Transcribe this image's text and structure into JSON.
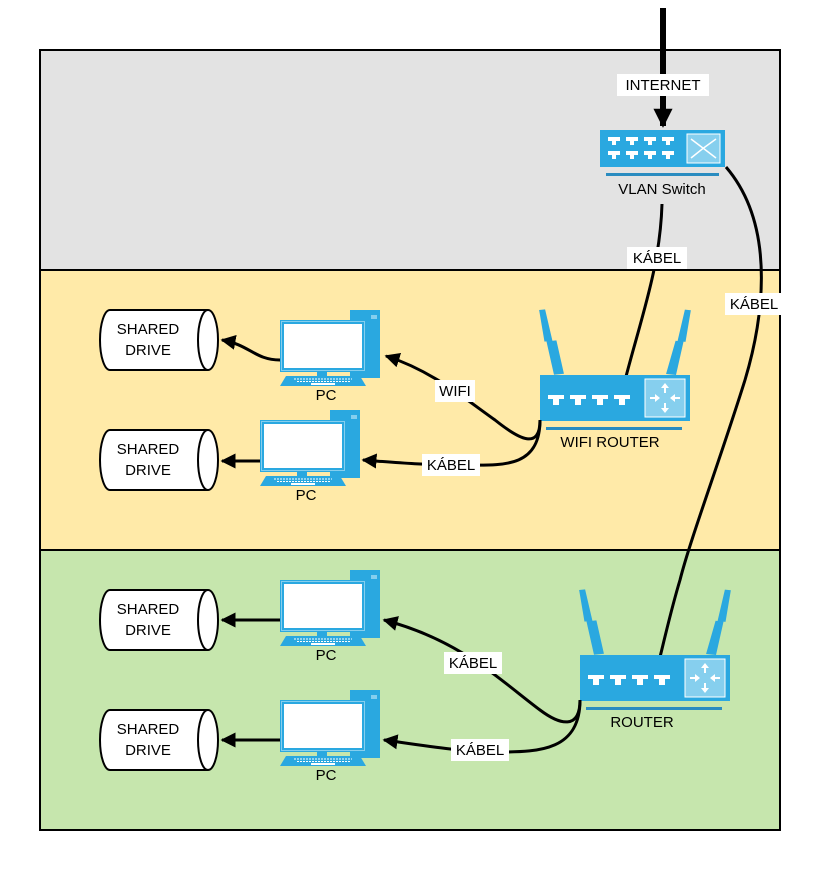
{
  "colors": {
    "zone_wan": "#e3e3e3",
    "zone_wifi": "#ffeaa8",
    "zone_lan": "#c6e6ad",
    "device_blue": "#2aa8e0",
    "device_light": "#86cfee",
    "device_underline": "#2a8cc0"
  },
  "zones": [
    {
      "id": "wan",
      "label": ""
    },
    {
      "id": "wifi",
      "label": ""
    },
    {
      "id": "lan",
      "label": ""
    }
  ],
  "devices": {
    "vlan_switch": {
      "label": "VLAN Switch",
      "icon": "switch-icon"
    },
    "wifi_router": {
      "label": "WIFI ROUTER",
      "icon": "router-icon"
    },
    "router": {
      "label": "ROUTER",
      "icon": "router-icon"
    },
    "pcs": [
      {
        "label": "PC",
        "icon": "desktop-pc-icon"
      },
      {
        "label": "PC",
        "icon": "desktop-pc-icon"
      },
      {
        "label": "PC",
        "icon": "desktop-pc-icon"
      },
      {
        "label": "PC",
        "icon": "desktop-pc-icon"
      }
    ],
    "drives": [
      {
        "line1": "SHARED",
        "line2": "DRIVE",
        "icon": "cylinder-drive-icon"
      },
      {
        "line1": "SHARED",
        "line2": "DRIVE",
        "icon": "cylinder-drive-icon"
      },
      {
        "line1": "SHARED",
        "line2": "DRIVE",
        "icon": "cylinder-drive-icon"
      },
      {
        "line1": "SHARED",
        "line2": "DRIVE",
        "icon": "cylinder-drive-icon"
      }
    ]
  },
  "connections": {
    "internet": "INTERNET",
    "switch_to_wifi_router": "KÁBEL",
    "switch_to_router": "KÁBEL",
    "wifi_router_to_pc1": "WIFI",
    "wifi_router_to_pc2": "KÁBEL",
    "router_to_pc3": "KÁBEL",
    "router_to_pc4": "KÁBEL"
  }
}
